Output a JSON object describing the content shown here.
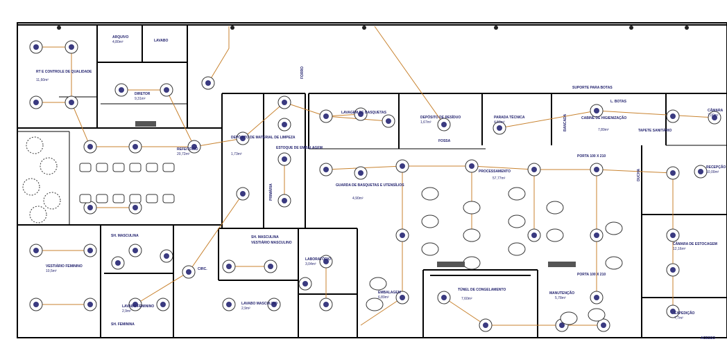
{
  "drawing": {
    "rooms": [
      {
        "id": "qualidade",
        "name": "RT E CONTROLE DE QUALIDADE",
        "area": "11,60m²"
      },
      {
        "id": "arquivo",
        "name": "ARQUIVO",
        "area": "4,80m²"
      },
      {
        "id": "lavabo",
        "name": "LAVABO",
        "area": ""
      },
      {
        "id": "diretor",
        "name": "DIRETOR",
        "area": "9,31m²"
      },
      {
        "id": "refeitorio",
        "name": "REFEITÓRIO",
        "area": "20,72m²"
      },
      {
        "id": "deposito-material",
        "name": "DEPÓSITO DE MATERIAL DE LIMPEZA",
        "area": "1,73m²"
      },
      {
        "id": "estoque-embalagem",
        "name": "ESTOQUE DE EMBALAGEM",
        "area": ""
      },
      {
        "id": "primaria",
        "name": "PRIMÁRIA",
        "area": ""
      },
      {
        "id": "lavagem-basquetas",
        "name": "LAVAGEM DE BASQUETAS",
        "area": ""
      },
      {
        "id": "deposito-residuo",
        "name": "DEPÓSITO DE RESÍDUO",
        "area": "1,67m²"
      },
      {
        "id": "parada-tecnica",
        "name": "PARADA TÉCNICA",
        "area": "4,50m²"
      },
      {
        "id": "cabine",
        "name": "CABINE DE HIGIENIZAÇÃO",
        "area": "7,89m²"
      },
      {
        "id": "camara",
        "name": "CÂMARA",
        "area": "7,00m²"
      },
      {
        "id": "guarda-basquetas",
        "name": "GUARDA DE BASQUETAS E UTENSÍLIOS",
        "area": "4,90m²"
      },
      {
        "id": "processamento",
        "name": "PROCESSAMENTO",
        "area": "57,77m²"
      },
      {
        "id": "recepcao-right",
        "name": "RECEPÇÃO",
        "area": "10,00m²"
      },
      {
        "id": "camara-estocagem",
        "name": "CÂMARA DE ESTOCAGEM",
        "area": "12,16m²"
      },
      {
        "id": "vestiario-feminino",
        "name": "VESTIÁRIO FEMININO",
        "area": "10,5m²"
      },
      {
        "id": "vestiario-masculino",
        "name": "VESTIÁRIO MASCULINO",
        "area": ""
      },
      {
        "id": "laboratorio",
        "name": "LABORATÓRIO",
        "area": "3,04m²"
      },
      {
        "id": "lavabo-masculino",
        "name": "LAVABO MASCULINO",
        "area": "2,9m²"
      },
      {
        "id": "lavabo-feminino",
        "name": "LAVABO FEMININO",
        "area": "2,9m²"
      },
      {
        "id": "embalagem",
        "name": "EMBALAGEM",
        "area": "6,89m²"
      },
      {
        "id": "tunel",
        "name": "TÚNEL DE CONGELAMENTO",
        "area": "7,60m²"
      },
      {
        "id": "manutencao",
        "name": "MANUTENÇÃO",
        "area": "5,78m²"
      },
      {
        "id": "expedicao",
        "name": "EXPEDIÇÃO",
        "area": "7,7m²"
      }
    ],
    "labels": {
      "forro": "FORRO",
      "suporte": "SUPORTE PARA BOTAS",
      "botas": "L. BOTAS",
      "tapete": "TAPETE SANITÁRIO",
      "porta_top": "PORTA 100 X 210",
      "porta_bottom": "PORTA 100 X 210",
      "fossa": "FOSSA",
      "bancada": "BANCADA",
      "acesso": "ACESSO",
      "ducha_right": "DUCHA",
      "sh_masc_left": "SH. MASCULINA",
      "sh_masc_right": "SH. MASCULINA",
      "sh_fem": "SH. FEMININA",
      "circ": "CIRC."
    }
  }
}
